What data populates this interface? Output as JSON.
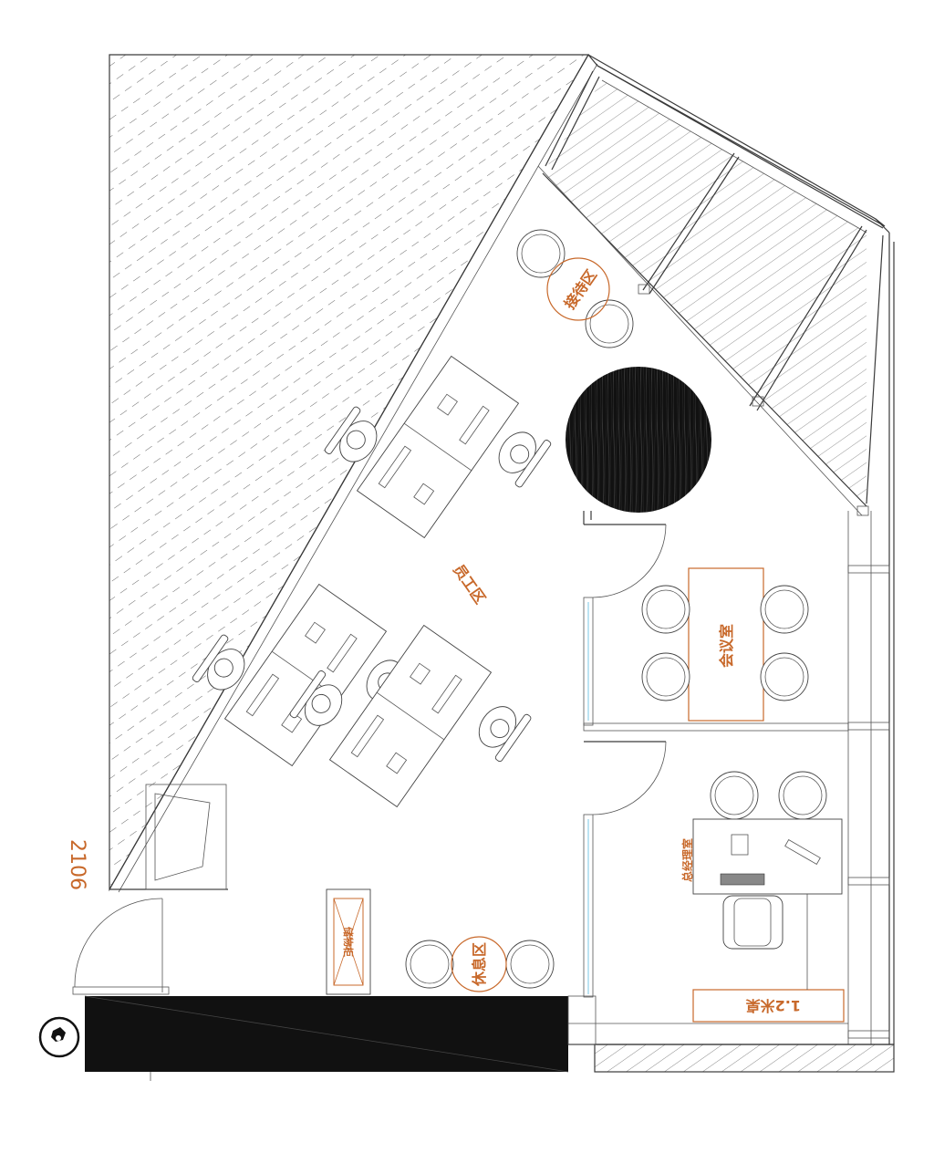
{
  "drawing": {
    "room_number": "2106",
    "labels": {
      "waiting_area": "接待区",
      "staff_area": "员工区",
      "meeting_room": "会议室",
      "manager_office": "总经理室",
      "rest_area": "休息区",
      "storage": "储物柜",
      "desk_size": "1.2米桌"
    }
  },
  "colors": {
    "line": "#3a3a3a",
    "label": "#c8692b",
    "glass": "#8fd0ea",
    "fill_dark": "#111111"
  },
  "icons": [
    "compass-icon"
  ]
}
